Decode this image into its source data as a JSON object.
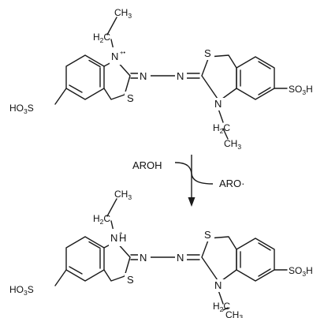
{
  "reaction": {
    "reactant_label": "AROH",
    "product_label": "ARO·"
  },
  "labels": {
    "N": "N",
    "S": "S",
    "H": "H",
    "C": "C",
    "CH": "CH",
    "H2C_H": "H",
    "H2C_C": "C",
    "digit2": "2",
    "digit3": "3",
    "charge_radical": "+•",
    "charge_plus": "+",
    "HO3S_HO": "HO",
    "HO3S_S": "S",
    "SO3H_SO": "SO",
    "SO3H_H": "H"
  }
}
